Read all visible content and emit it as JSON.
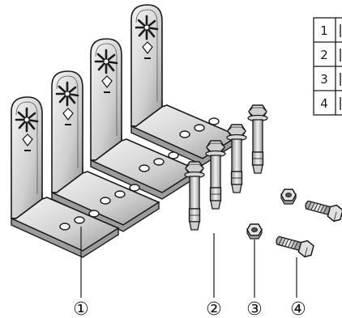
{
  "parts_table": {
    "rows": [
      {
        "number": "1"
      },
      {
        "number": "2"
      },
      {
        "number": "3"
      },
      {
        "number": "4"
      }
    ]
  },
  "callouts": {
    "bracket": "①",
    "anchor_bolt": "②",
    "nut": "③",
    "bolt": "④"
  },
  "colors": {
    "line": "#1a1a1a",
    "metal_light": "#e8e8e8",
    "metal_mid": "#bdbdbd",
    "metal_dark": "#7a7a7a"
  }
}
